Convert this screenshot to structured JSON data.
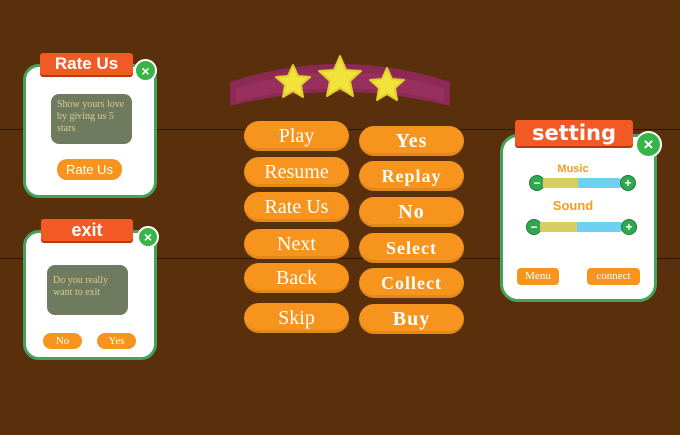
{
  "rate_panel": {
    "title": "Rate Us",
    "message": "Show yours love by giving us 5 stars",
    "button": "Rate Us",
    "close_glyph": "×"
  },
  "exit_panel": {
    "title": "exit",
    "message": "Do you really want to exit",
    "no_label": "No",
    "yes_label": "Yes",
    "close_glyph": "×"
  },
  "banner": {
    "stars": [
      "star-1",
      "star-2",
      "star-3"
    ],
    "colors": {
      "ribbon": "#8c2a55",
      "star": "#f1e23c"
    }
  },
  "buttons_left": [
    "Play",
    "Resume",
    "Rate Us",
    "Next",
    "Back",
    "Skip"
  ],
  "buttons_right": [
    "Yes",
    "Replay",
    "No",
    "Select",
    "Collect",
    "Buy"
  ],
  "settings_panel": {
    "title": "setting",
    "music_label": "Music",
    "sound_label": "Sound",
    "music_level": 0.45,
    "sound_level": 0.45,
    "minus_glyph": "−",
    "plus_glyph": "+",
    "menu_label": "Menu",
    "connect_label": "connect",
    "close_glyph": "×"
  },
  "colors": {
    "background": "#5a2f0b",
    "button": "#f7941d",
    "ribbon": "#f15a24",
    "panel_border": "#43a35a",
    "close_button": "#38b449"
  }
}
